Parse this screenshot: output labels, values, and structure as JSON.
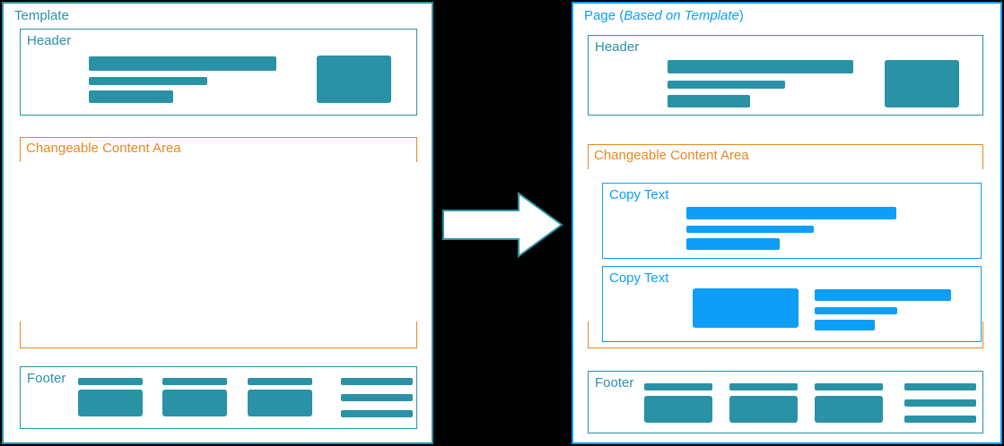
{
  "accent_colors": {
    "teal": "#2a92a5",
    "blue": "#0d9ef7",
    "orange": "#e8871e",
    "background": "#000000",
    "panel_background": "#ffffff",
    "arrow_fill": "#ffffff",
    "arrow_stroke": "#2a92a5"
  },
  "left_panel": {
    "title": "Template",
    "header": {
      "label": "Header"
    },
    "content_area": {
      "label": "Changeable Content Area"
    },
    "footer": {
      "label": "Footer"
    }
  },
  "right_panel": {
    "title_prefix": "Page (",
    "title_emphasis": "Based on Template",
    "title_suffix": ")",
    "header": {
      "label": "Header"
    },
    "content_area": {
      "label": "Changeable Content Area"
    },
    "copy_block_1": {
      "label": "Copy Text"
    },
    "copy_block_2": {
      "label": "Copy Text"
    },
    "footer": {
      "label": "Footer"
    }
  },
  "arrow": {
    "name": "right-arrow",
    "direction": "right"
  }
}
